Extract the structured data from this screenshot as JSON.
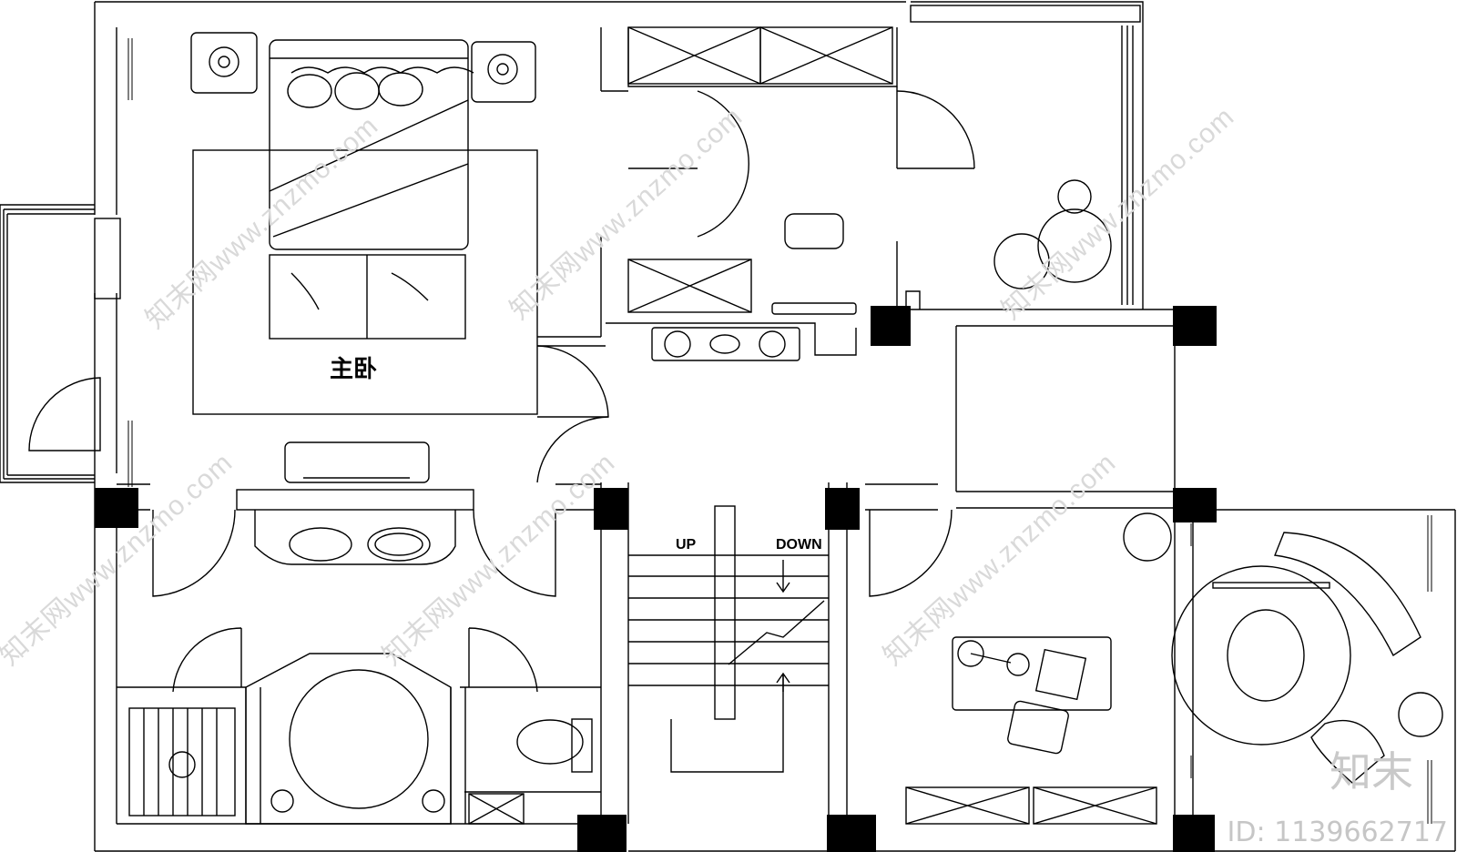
{
  "labels": {
    "master_bedroom": "主卧",
    "stair_up": "UP",
    "stair_down": "DOWN"
  },
  "watermark": {
    "site": "知末网www.znzmo.com",
    "brand": "知末",
    "id": "ID: 1139662717"
  }
}
